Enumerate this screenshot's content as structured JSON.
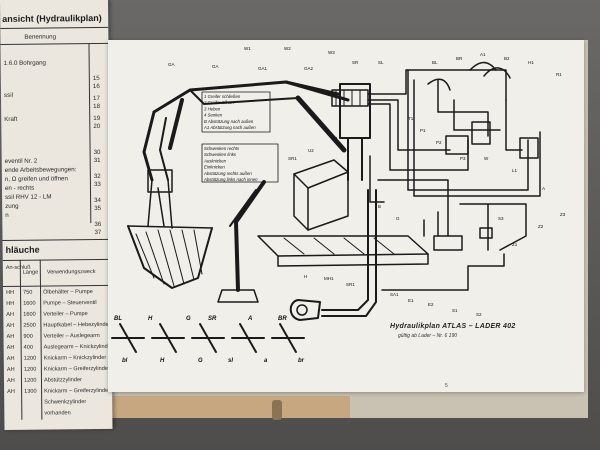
{
  "left_page": {
    "title": "ansicht (Hydraulikplan)",
    "header_benennung": "Benennung",
    "items": [
      "1.6.0 Bohrgang",
      "ssil",
      "Kraft",
      "eventil Nr. 2",
      "ende Arbeitsbewegungen:",
      "n, Ω greifen und öffnen",
      "en - rechts",
      "ssil RHV 12 - LM",
      "zung",
      "n"
    ],
    "pos_numbers": [
      "15",
      "16",
      "17",
      "18",
      "19",
      "20",
      "30",
      "31",
      "32",
      "33",
      "34",
      "35",
      "36",
      "37"
    ],
    "section_title": "hläuche",
    "col_anschluss": "An-schluß",
    "col_laenge": "Länge",
    "col_verwendung": "Verwendungszweck",
    "rows": [
      {
        "a": "HH",
        "l": "750",
        "v": "Ölbehälter – Pumpe"
      },
      {
        "a": "HH",
        "l": "1600",
        "v": "Pumpe – Steuerventil"
      },
      {
        "a": "AH",
        "l": "1600",
        "v": "Verteiler – Pumpe"
      },
      {
        "a": "AH",
        "l": "2500",
        "v": "Hauptkabel – Hebezylinder"
      },
      {
        "a": "AH",
        "l": "900",
        "v": "Verteiler – Auslegearm"
      },
      {
        "a": "AH",
        "l": "400",
        "v": "Auslegearm – Knickzylinder"
      },
      {
        "a": "AH",
        "l": "1200",
        "v": "Knickarm – Knickzylinder"
      },
      {
        "a": "AH",
        "l": "1200",
        "v": "Knickarm – Greiferzylinder"
      },
      {
        "a": "AH",
        "l": "1200",
        "v": "Abstützzylinder"
      },
      {
        "a": "AH",
        "l": "1300",
        "v": "Knickarm – Greiferzylinder"
      },
      {
        "a": "",
        "l": "",
        "v": "Schwenkzylinder"
      },
      {
        "a": "",
        "l": "",
        "v": "vorhanden"
      }
    ]
  },
  "diagram": {
    "legend": [
      "1 Greifer schließen",
      "2 Greifer öffnen",
      "3 Heben",
      "4 Senken",
      "B Abstützung nach außen",
      "A1 Abstützung nach außen",
      "Schwenken rechts",
      "Schwenken links",
      "Ausknicken",
      "Einknicken",
      "Abstützung rechts außen",
      "Abstützung links nach innen"
    ],
    "labels": [
      "W1",
      "W2",
      "W3",
      "GA",
      "GA",
      "GA1",
      "GA2",
      "SR",
      "SL",
      "BL",
      "BR",
      "A1",
      "B2",
      "H1",
      "R1",
      "T1",
      "P1",
      "P2",
      "P3",
      "W",
      "L1",
      "A",
      "B",
      "G",
      "H",
      "MH1",
      "SR1",
      "SA1",
      "E1",
      "E2",
      "S1",
      "S2",
      "S3",
      "Z1",
      "Z2",
      "Z3",
      "U1",
      "U2",
      "SR1"
    ],
    "control_labels_top": [
      "BL",
      "H",
      "G",
      "SR",
      "A",
      "BR"
    ],
    "control_labels_bottom": [
      "bl",
      "H",
      "G",
      "sl",
      "a",
      "br"
    ],
    "caption_title": "Hydraulikplan  ATLAS – LADER  402",
    "caption_sub": "gültig ab Lader – Nr. 6 190",
    "page_number": "5"
  }
}
